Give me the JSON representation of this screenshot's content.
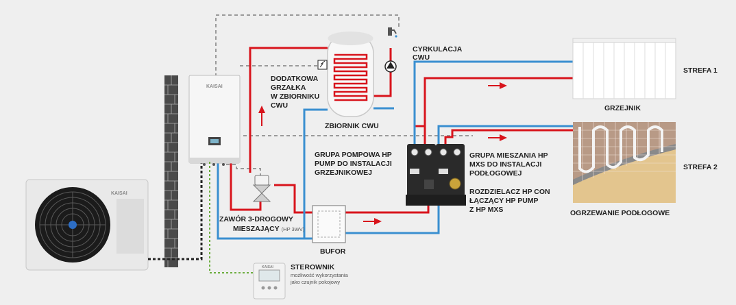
{
  "labels": {
    "cyrkulacja": [
      "CYRKULACJA",
      "CWU"
    ],
    "dodatkowa": [
      "DODATKOWA",
      "GRZAŁKA",
      "W ZBIORNIKU",
      "CWU"
    ],
    "zbiornik": "ZBIORNIK CWU",
    "grupa_pompowa": [
      "GRUPA POMPOWA HP",
      "PUMP DO INSTALACJI",
      "GRZEJNIKOWEJ"
    ],
    "grupa_mieszania": [
      "GRUPA MIESZANIA HP",
      "MXS DO INSTALACJI",
      "PODŁOGOWEJ"
    ],
    "rozdzielacz": [
      "ROZDZIELACZ HP CON",
      "ŁĄCZĄCY HP PUMP",
      "Z HP MXS"
    ],
    "zawor": [
      "ZAWÓR 3-DROGOWY",
      "MIESZAJĄCY"
    ],
    "zawor_note": "(HP 3WV)",
    "bufor": "BUFOR",
    "sterownik": "STEROWNIK",
    "sterownik_note": [
      "możliwość wykorzystania",
      "jako czujnik pokojowy"
    ],
    "strefa1": "STREFA 1",
    "strefa2": "STREFA 2",
    "grzejnik": "GRZEJNIK",
    "ogrzewanie": "OGRZEWANIE PODŁOGOWE"
  },
  "brand": {
    "outdoor": "KAISAI",
    "indoor": "KAISAI",
    "controller": "KAISAI"
  },
  "colors": {
    "hot": "#d8141c",
    "cold": "#3a8fd0",
    "signal": "#9a9a9a",
    "controller_wire": "#6cad3e",
    "power": "#222222"
  }
}
